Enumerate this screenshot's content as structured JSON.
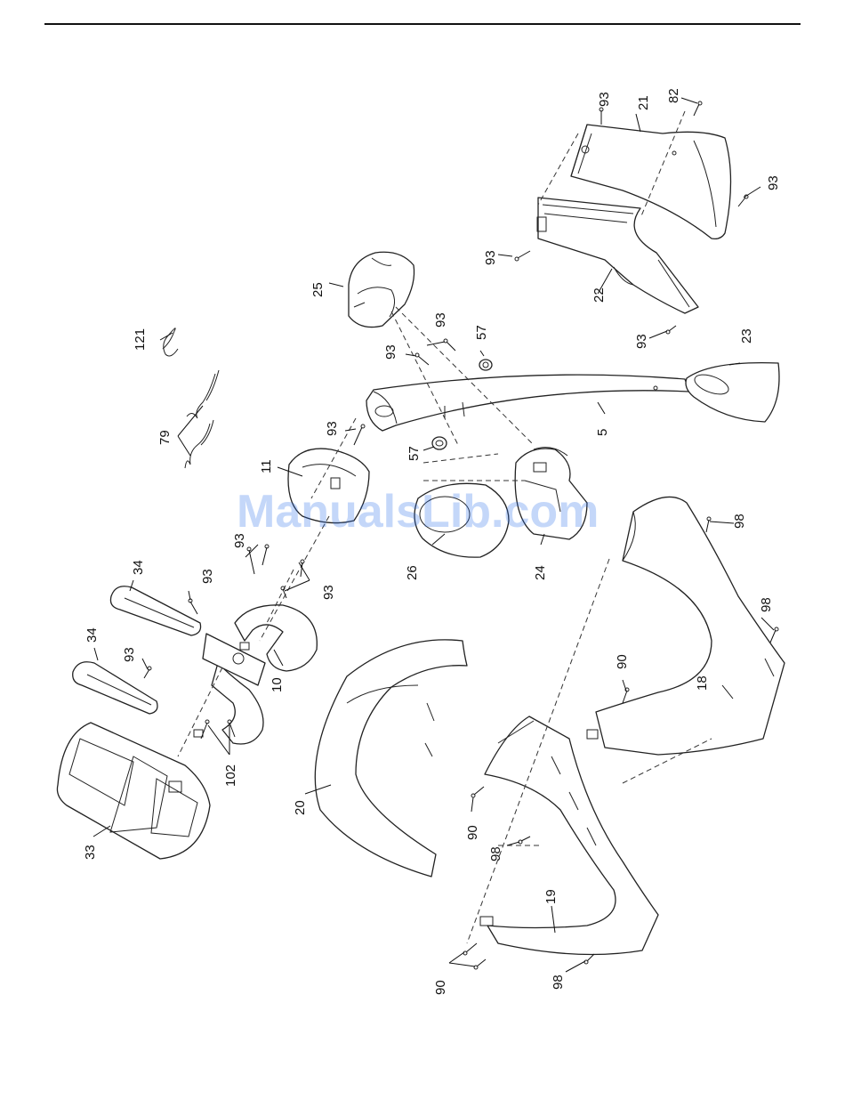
{
  "watermark": {
    "text": "ManualsLib.com"
  },
  "colors": {
    "line": "#222222",
    "watermark": "#2a6ee8"
  },
  "callouts": [
    {
      "id": "c-93-a",
      "text": "93"
    },
    {
      "id": "c-82",
      "text": "82"
    },
    {
      "id": "c-21",
      "text": "21"
    },
    {
      "id": "c-93-b",
      "text": "93"
    },
    {
      "id": "c-93-c",
      "text": "93"
    },
    {
      "id": "c-22",
      "text": "22"
    },
    {
      "id": "c-93-d",
      "text": "93"
    },
    {
      "id": "c-25",
      "text": "25"
    },
    {
      "id": "c-121",
      "text": "121"
    },
    {
      "id": "c-93-e",
      "text": "93"
    },
    {
      "id": "c-93-f",
      "text": "93"
    },
    {
      "id": "c-57-a",
      "text": "57"
    },
    {
      "id": "c-23",
      "text": "23"
    },
    {
      "id": "c-79",
      "text": "79"
    },
    {
      "id": "c-93-g",
      "text": "93"
    },
    {
      "id": "c-5",
      "text": "5"
    },
    {
      "id": "c-57-b",
      "text": "57"
    },
    {
      "id": "c-11",
      "text": "11"
    },
    {
      "id": "c-98-a",
      "text": "98"
    },
    {
      "id": "c-26",
      "text": "26"
    },
    {
      "id": "c-24",
      "text": "24"
    },
    {
      "id": "c-93-h",
      "text": "93"
    },
    {
      "id": "c-34-a",
      "text": "34"
    },
    {
      "id": "c-93-i",
      "text": "93"
    },
    {
      "id": "c-93-j",
      "text": "93"
    },
    {
      "id": "c-98-b",
      "text": "98"
    },
    {
      "id": "c-34-b",
      "text": "34"
    },
    {
      "id": "c-93-k",
      "text": "93"
    },
    {
      "id": "c-10",
      "text": "10"
    },
    {
      "id": "c-90-a",
      "text": "90"
    },
    {
      "id": "c-18",
      "text": "18"
    },
    {
      "id": "c-102",
      "text": "102"
    },
    {
      "id": "c-20",
      "text": "20"
    },
    {
      "id": "c-90-b",
      "text": "90"
    },
    {
      "id": "c-98-c",
      "text": "98"
    },
    {
      "id": "c-33",
      "text": "33"
    },
    {
      "id": "c-19",
      "text": "19"
    },
    {
      "id": "c-90-c",
      "text": "90"
    },
    {
      "id": "c-98-d",
      "text": "98"
    }
  ]
}
